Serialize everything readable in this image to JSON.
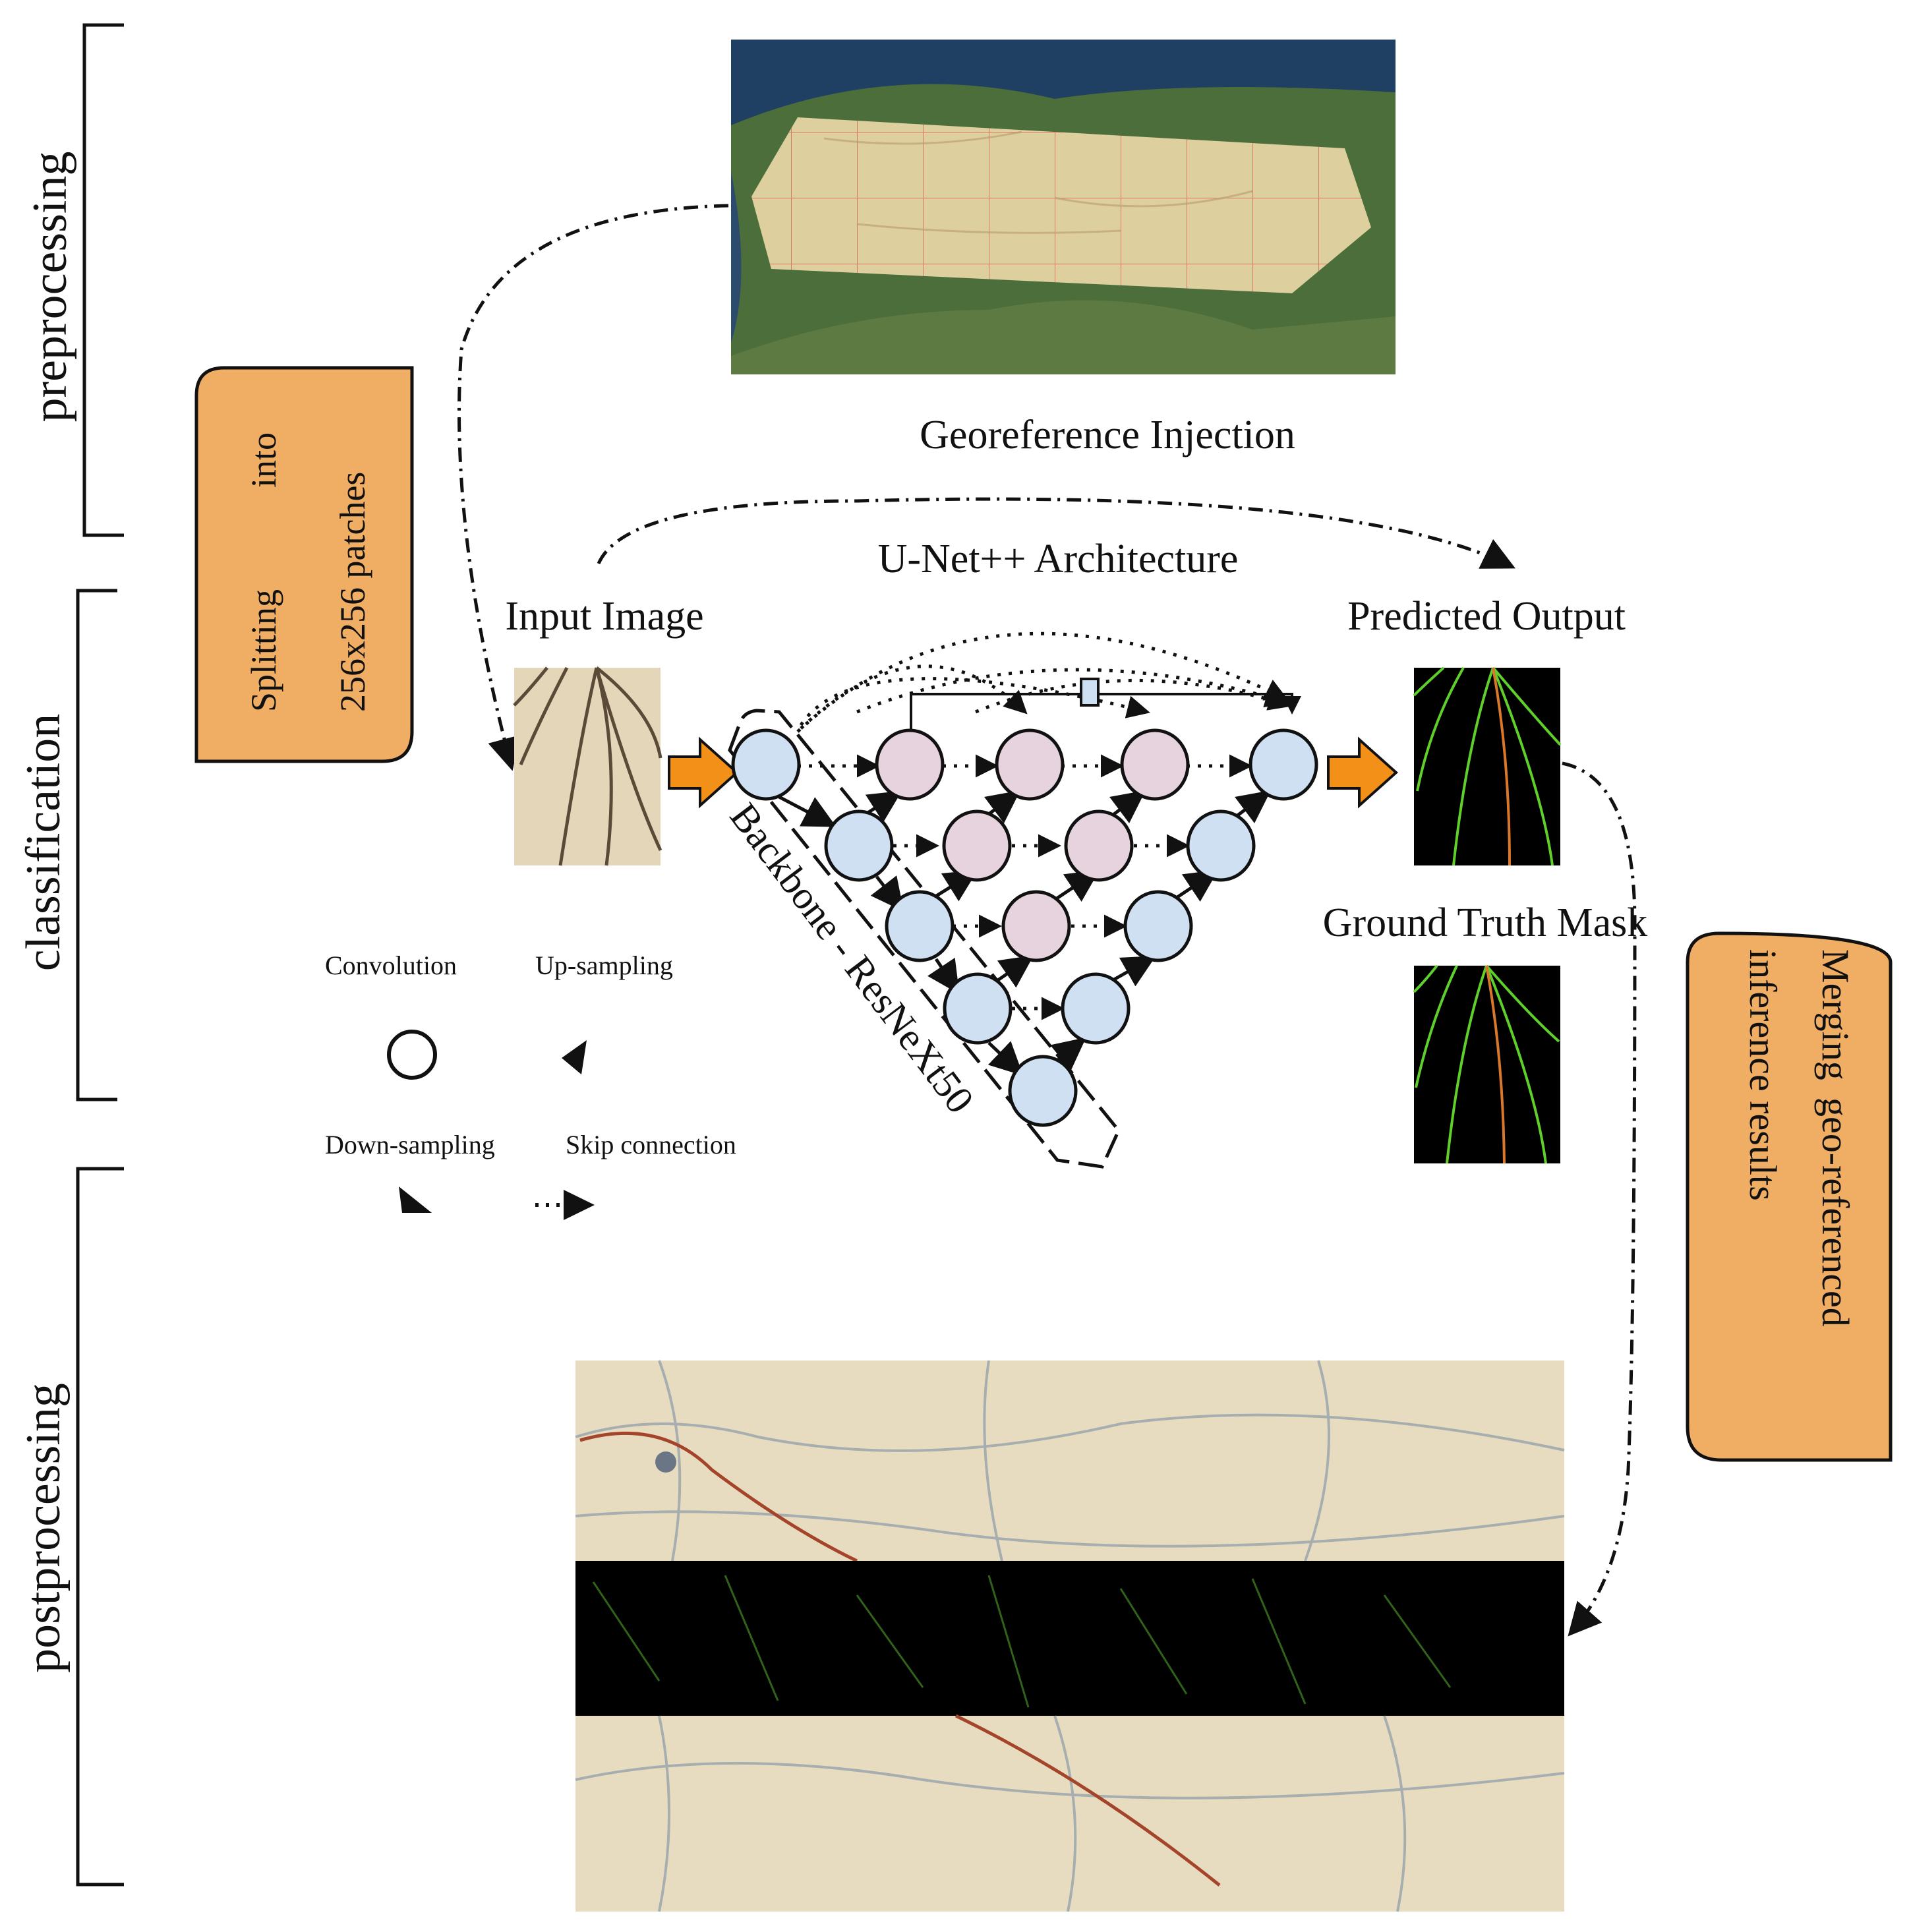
{
  "stages": {
    "preprocessing": "preprocessing",
    "classification": "classification",
    "postprocessing": "postprocessing"
  },
  "boxes": {
    "splitting": {
      "line1": "Splitting",
      "line1b": "into",
      "line2": "256x256 patches"
    },
    "merging": {
      "line1": "Merging",
      "line1b": "geo-referenced",
      "line2": "inference results"
    }
  },
  "labels": {
    "georeference": "Georeference Injection",
    "architecture": "U-Net++ Architecture",
    "input_image": "Input Image",
    "predicted_output": "Predicted Output",
    "ground_truth": "Ground Truth Mask",
    "backbone": "Backbone - ResNeXt50"
  },
  "legend": {
    "convolution": "Convolution",
    "upsampling": "Up-sampling",
    "downsampling": "Down-sampling",
    "skip": "Skip connection"
  },
  "colors": {
    "box_fill": "#f0ad64",
    "arrow_orange": "#f39018",
    "node_blue": "#cfe0f3",
    "node_pink": "#e6d3dd",
    "mask_bg": "#000000",
    "mask_green": "#5fd02a",
    "mask_orange": "#d9782a"
  }
}
